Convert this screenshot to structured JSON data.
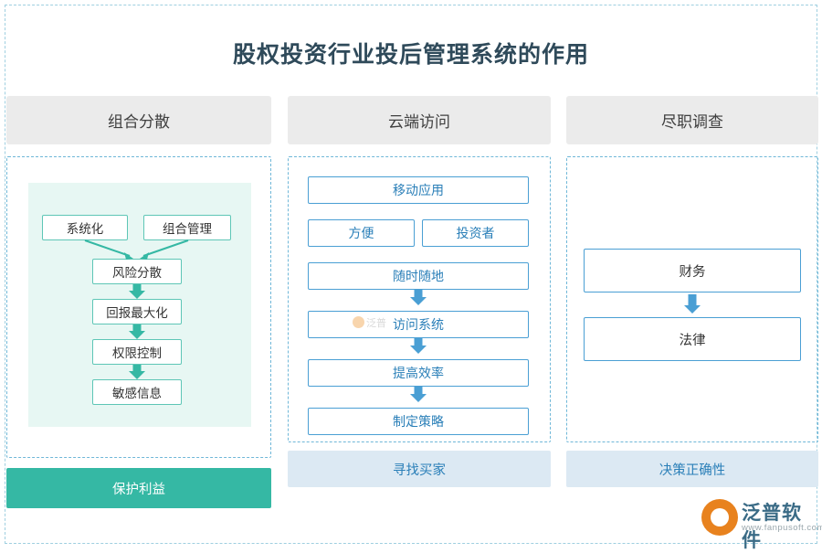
{
  "title": "股权投资行业投后管理系统的作用",
  "columns": [
    {
      "header": "组合分散",
      "boxes": [
        {
          "label": "系统化"
        },
        {
          "label": "组合管理"
        },
        {
          "label": "风险分散"
        },
        {
          "label": "回报最大化"
        },
        {
          "label": "权限控制"
        },
        {
          "label": "敏感信息"
        }
      ],
      "footer": "保护利益"
    },
    {
      "header": "云端访问",
      "boxes": [
        {
          "label": "移动应用"
        },
        {
          "label": "方便"
        },
        {
          "label": "投资者"
        },
        {
          "label": "随时随地"
        },
        {
          "label": "访问系统"
        },
        {
          "label": "提高效率"
        },
        {
          "label": "制定策略"
        }
      ],
      "footer": "寻找买家"
    },
    {
      "header": "尽职调查",
      "boxes": [
        {
          "label": "财务"
        },
        {
          "label": "法律"
        }
      ],
      "footer": "决策正确性"
    }
  ],
  "watermark": {
    "brand": "泛普软件",
    "domain": "www.fanpusoft.com",
    "center": "泛普"
  },
  "colors": {
    "accent_green": "#35b8a4",
    "accent_blue": "#4a9fd4",
    "header_bg": "#ebebeb",
    "footer_blue_bg": "#dce9f3",
    "title_color": "#2f4a5a"
  }
}
